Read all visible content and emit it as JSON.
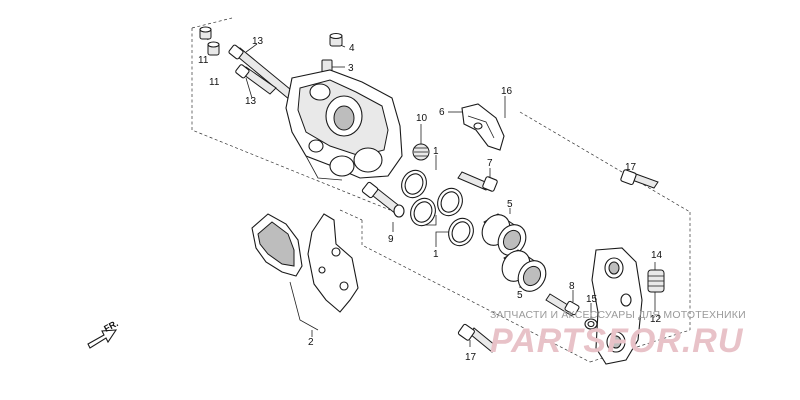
{
  "labels": {
    "p1a": "1",
    "p1b": "1",
    "p2": "2",
    "p3": "3",
    "p4": "4",
    "p5a": "5",
    "p5b": "5",
    "p6": "6",
    "p7": "7",
    "p8": "8",
    "p9": "9",
    "p10": "10",
    "p11a": "11",
    "p11b": "11",
    "p12": "12",
    "p13a": "13",
    "p13b": "13",
    "p14": "14",
    "p15": "15",
    "p16": "16",
    "p17a": "17",
    "p17b": "17"
  },
  "direction_label": "FR.",
  "watermark": {
    "caption": "ЗАПЧАСТИ И АКСЕССУАРЫ ДЛЯ МОТОТЕХНИКИ",
    "brand": "PARTSFOR.RU"
  }
}
